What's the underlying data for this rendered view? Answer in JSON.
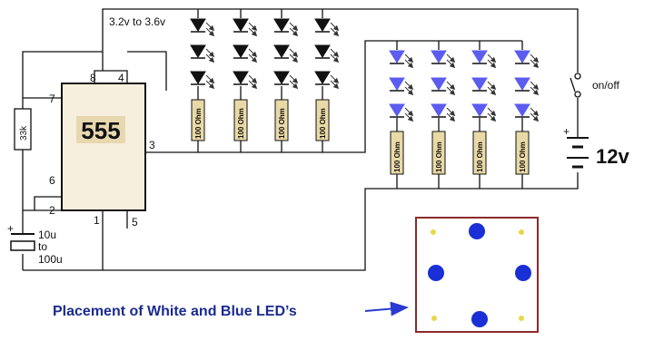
{
  "ic": {
    "label": "555",
    "pins": {
      "p8": "8",
      "p4": "4",
      "p7": "7",
      "p6": "6",
      "p2": "2",
      "p3": "3",
      "p1": "1",
      "p5": "5"
    }
  },
  "components": {
    "resistor_timing": "33k",
    "capacitor_value_line1": "10u",
    "capacitor_value_line2": "to",
    "capacitor_value_line3": "100u",
    "white_led_voltage": "3.2v to 3.6v",
    "resistor_led": "100 Ohm",
    "switch_label": "on/off",
    "battery_label": "12v",
    "battery_plus": "+",
    "cap_plus": "+"
  },
  "placement": {
    "caption": "Placement of White and Blue LED’s",
    "colors": {
      "blue_led": "#1a2fd6",
      "white_led": "#e8d84a",
      "frame": "#8b2a2a",
      "caption": "#1a2b8f",
      "arrow": "#2a3ad0"
    }
  },
  "colors": {
    "blue_led_symbol": "#5c5cf0",
    "wire": "#111111",
    "ic_fill": "#f4ecd8",
    "resistor_fill": "#e9d9a6"
  }
}
